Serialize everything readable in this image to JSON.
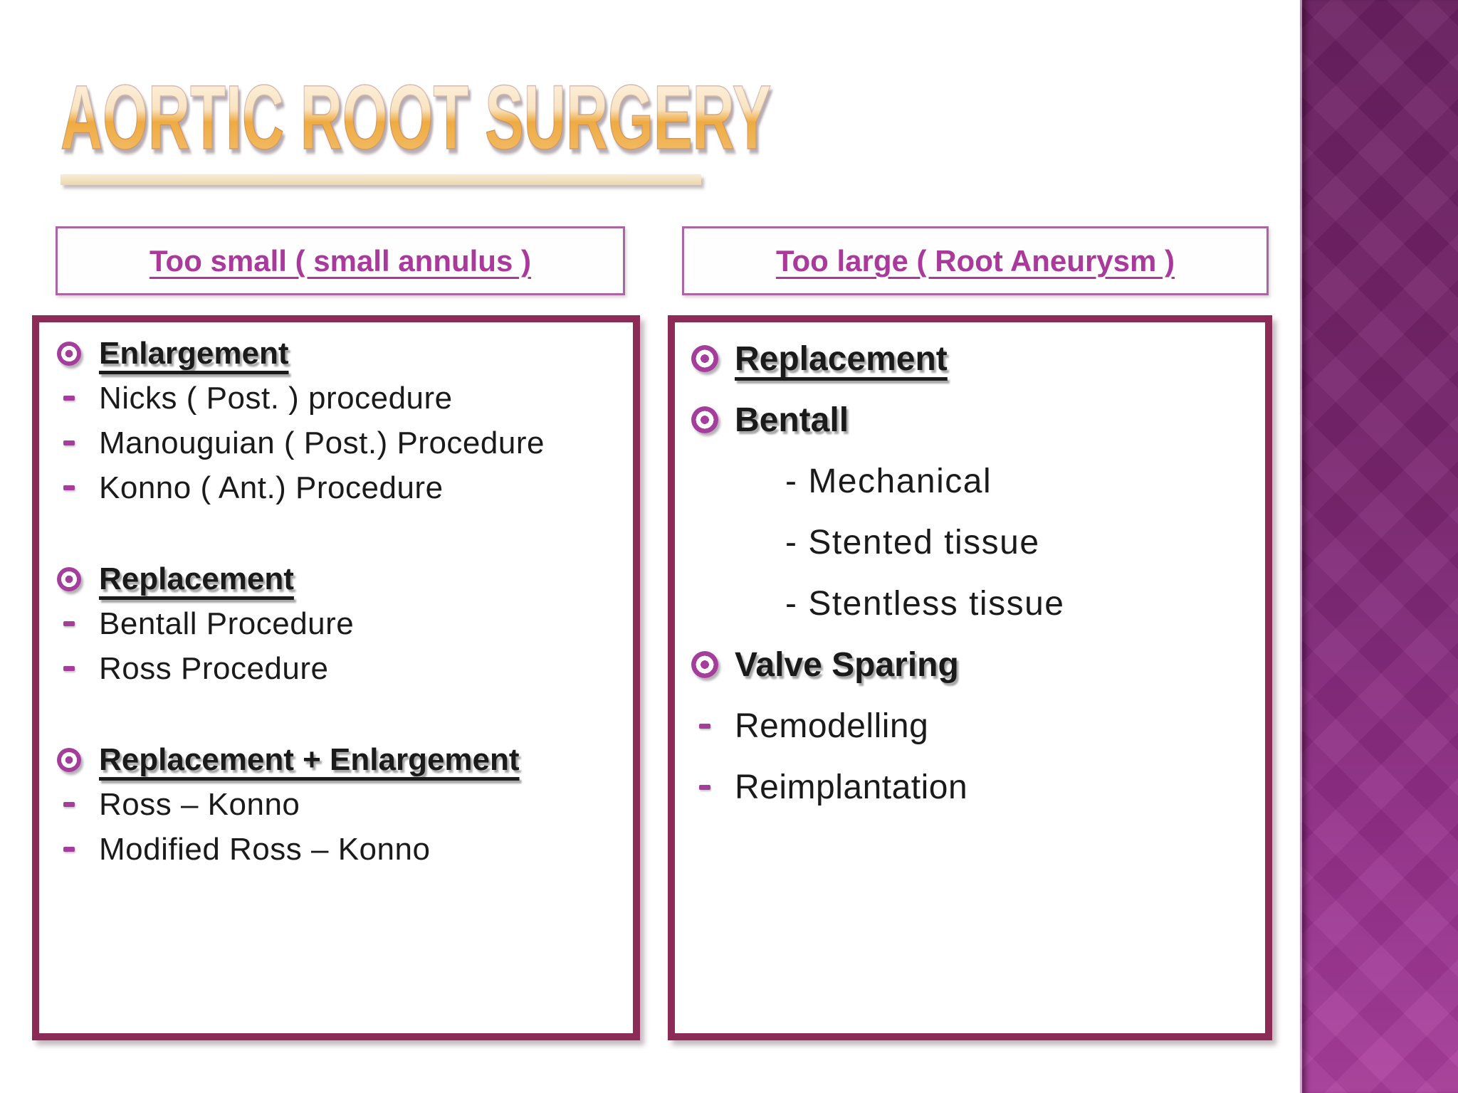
{
  "slide": {
    "title": "AORTIC ROOT SURGERY"
  },
  "columns": [
    {
      "id": "left",
      "header": "Too small ( small annulus )",
      "items": [
        {
          "style": "heading underline",
          "bullet": "target",
          "text": "Enlargement"
        },
        {
          "style": "item",
          "bullet": "dash",
          "text": "Nicks ( Post. ) procedure"
        },
        {
          "style": "item",
          "bullet": "dash",
          "text": "Manouguian ( Post.) Procedure"
        },
        {
          "style": "item",
          "bullet": "dash",
          "text": "Konno ( Ant.) Procedure"
        },
        {
          "style": "spacer"
        },
        {
          "style": "heading underline",
          "bullet": "target",
          "text": "Replacement"
        },
        {
          "style": "item",
          "bullet": "dash",
          "text": "Bentall Procedure"
        },
        {
          "style": "item",
          "bullet": "dash",
          "text": "Ross Procedure"
        },
        {
          "style": "spacer"
        },
        {
          "style": "heading underline",
          "bullet": "target",
          "text": "Replacement + Enlargement"
        },
        {
          "style": "item",
          "bullet": "dash",
          "text": "Ross – Konno"
        },
        {
          "style": "item",
          "bullet": "dash",
          "text": "Modified Ross – Konno"
        }
      ]
    },
    {
      "id": "right",
      "header": "Too large ( Root Aneurysm )",
      "items": [
        {
          "style": "heading underline",
          "bullet": "target",
          "text": "Replacement"
        },
        {
          "style": "heading",
          "bullet": "target",
          "text": "Bentall"
        },
        {
          "style": "sub",
          "text": "- Mechanical"
        },
        {
          "style": "sub",
          "text": "- Stented tissue"
        },
        {
          "style": "sub",
          "text": "- Stentless tissue"
        },
        {
          "style": "heading",
          "bullet": "target",
          "text": "Valve Sparing"
        },
        {
          "style": "item",
          "bullet": "dash",
          "text": "Remodelling"
        },
        {
          "style": "item",
          "bullet": "dash",
          "text": "Reimplantation"
        }
      ]
    }
  ],
  "icons": {
    "target_bullet": "circled-dot-bullet",
    "dash_bullet": "dash-bullet"
  },
  "colors": {
    "title_gradient_top": "#FEF6EA",
    "title_gradient_bottom": "#EFA93F",
    "title_underline_bar": "#F3E2C4",
    "header_text": "#A9399B",
    "header_border": "#AC64A5",
    "content_box_border": "#8B2B56",
    "bullet_purple": "#A43D9C",
    "body_text": "#1A1A1A",
    "sidebar_gradient_top": "#6B2061",
    "sidebar_gradient_bottom": "#AC3F9E"
  }
}
